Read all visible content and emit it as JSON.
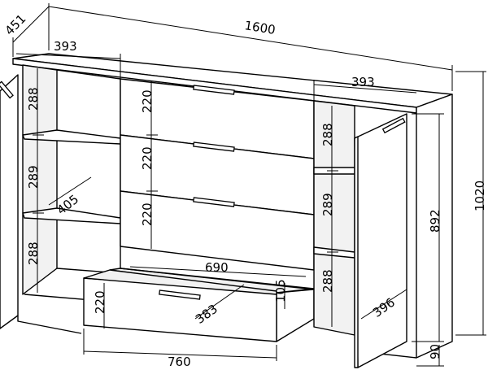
{
  "dimensions": {
    "overall_width": "1600",
    "overall_depth": "451",
    "overall_height": "1020",
    "left_section_width": "393",
    "right_section_width": "393",
    "left_shelf_top": "288",
    "left_shelf_middle": "289",
    "left_shelf_bottom": "288",
    "shelf_depth": "405",
    "drawer_1_height": "220",
    "drawer_2_height": "220",
    "drawer_3_height": "220",
    "drawer_inner_width": "690",
    "drawer_inner_height": "105",
    "drawer_inner_depth": "383",
    "open_drawer_height": "220",
    "open_drawer_width": "760",
    "right_shelf_top": "288",
    "right_shelf_middle": "289",
    "right_shelf_bottom": "288",
    "right_door_width": "396",
    "door_height": "892",
    "plinth_height": "90"
  }
}
